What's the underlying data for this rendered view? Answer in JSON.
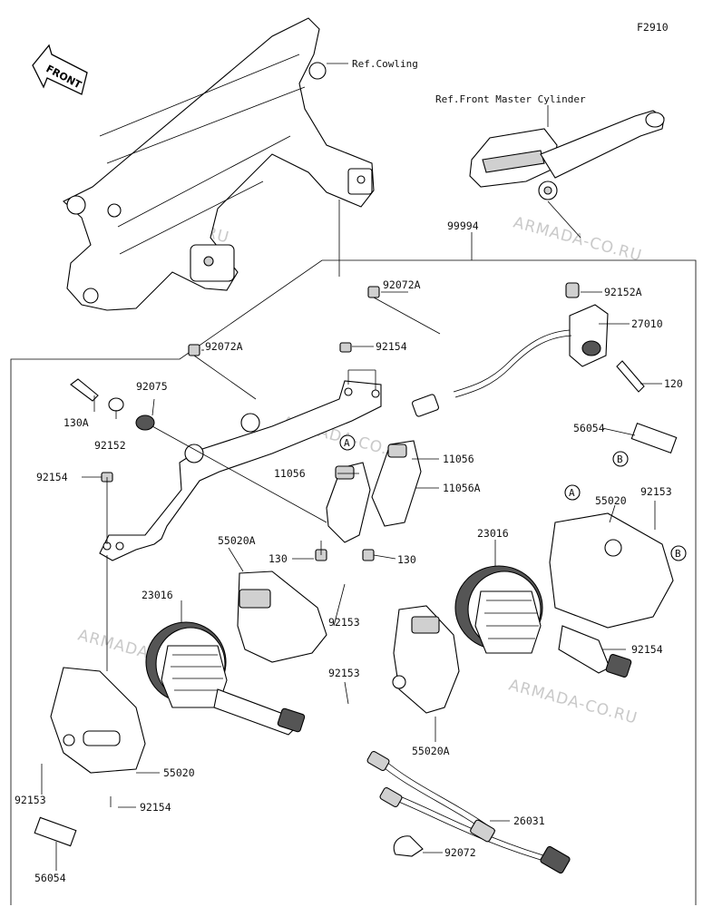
{
  "figure_code": "F2910",
  "front_label": "FRONT",
  "watermark": "ARMADA-CO.RU",
  "refs": {
    "cowling": "Ref.Cowling",
    "master_cylinder": "Ref.Front Master Cylinder"
  },
  "markers": {
    "a": "A",
    "b": "B"
  },
  "callouts": {
    "c_99994": "99994",
    "c_92072a_top": "92072A",
    "c_92152a": "92152A",
    "c_27010": "27010",
    "c_120": "120",
    "c_56054_top": "56054",
    "c_92072a_left": "92072A",
    "c_92154_top": "92154",
    "c_92075": "92075",
    "c_130a": "130A",
    "c_92152": "92152",
    "c_11056_a": "11056",
    "c_11056_b": "11056",
    "c_11056a": "11056A",
    "c_92154_left": "92154",
    "c_130_left": "130",
    "c_130_right": "130",
    "c_55020a_top": "55020A",
    "c_23016_left": "23016",
    "c_92153_mid": "92153",
    "c_23016_right": "23016",
    "c_55020_top": "55020",
    "c_92153_right": "92153",
    "c_92154_right": "92154",
    "c_92153_center": "92153",
    "c_55020a_bottom": "55020A",
    "c_92153_left": "92153",
    "c_55020_bottom": "55020",
    "c_92154_bottom": "92154",
    "c_26031": "26031",
    "c_92072": "92072",
    "c_56054_bottom": "56054"
  }
}
